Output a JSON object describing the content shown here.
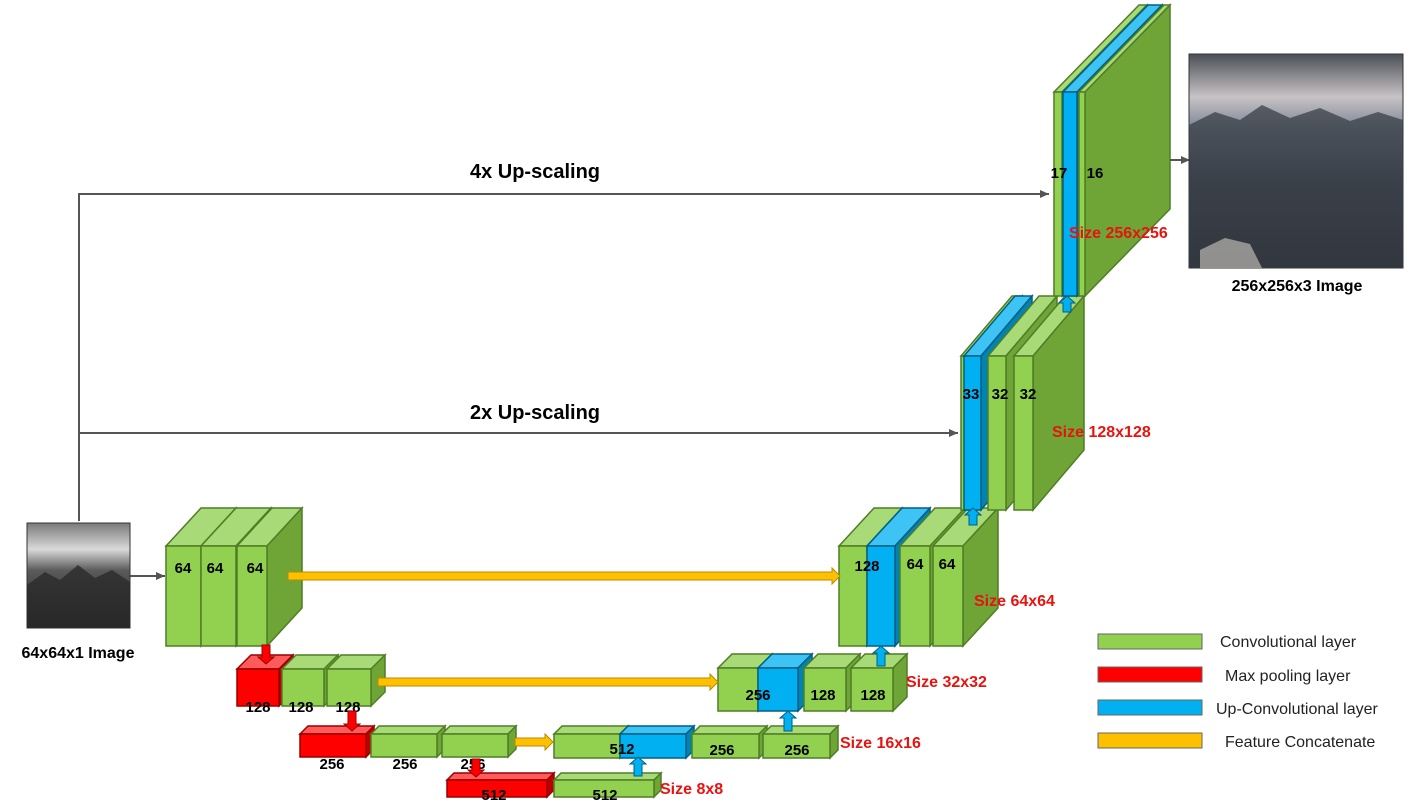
{
  "titles": {
    "up4": "4x Up-scaling",
    "up2": "2x Up-scaling"
  },
  "input": {
    "caption": "64x64x1 Image"
  },
  "output": {
    "caption": "256x256x3 Image"
  },
  "encoder": {
    "level1": [
      "64",
      "64",
      "64"
    ],
    "level2": [
      "128",
      "128",
      "128"
    ],
    "level3": [
      "256",
      "256",
      "256"
    ],
    "level4": [
      "512",
      "512"
    ]
  },
  "decoder": {
    "level3": [
      "512",
      "256",
      "256"
    ],
    "level2": [
      "256",
      "128",
      "128"
    ],
    "level1": [
      "128",
      "64",
      "64"
    ],
    "up2x": [
      "33",
      "32",
      "32"
    ],
    "up4x": [
      "17",
      "16"
    ]
  },
  "sizes": {
    "s8": "Size 8x8",
    "s16": "Size 16x16",
    "s32": "Size 32x32",
    "s64": "Size 64x64",
    "s128": "Size 128x128",
    "s256": "Size 256x256"
  },
  "legend": [
    {
      "label": "Convolutional layer",
      "color": "#92d050"
    },
    {
      "label": "Max pooling layer",
      "color": "#ff0000"
    },
    {
      "label": "Up-Convolutional layer",
      "color": "#00b0f0"
    },
    {
      "label": "Feature Concatenate",
      "color": "#ffc000"
    }
  ],
  "colors": {
    "conv": "#92d050",
    "pool": "#ff0000",
    "upconv": "#00b0f0",
    "concat": "#ffc000",
    "size_text": "#e8130f"
  }
}
